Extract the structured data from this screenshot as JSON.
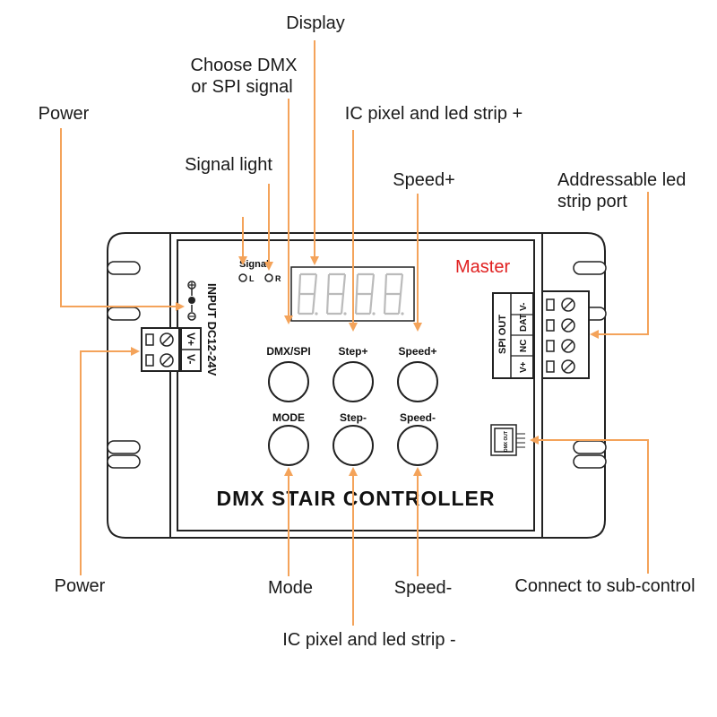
{
  "callouts": {
    "display": "Display",
    "choose_signal_line1": "Choose DMX",
    "choose_signal_line2": "or SPI signal",
    "power_top": "Power",
    "ic_plus": "IC pixel and led strip +",
    "signal_light": "Signal light",
    "speed_plus": "Speed+",
    "addressable_line1": "Addressable led",
    "addressable_line2": "strip port",
    "power_bottom": "Power",
    "mode": "Mode",
    "speed_minus": "Speed-",
    "sub_control": "Connect to sub-control",
    "ic_minus": "IC pixel and led strip -"
  },
  "panel": {
    "signal_label": "Signal",
    "signal_l": "L",
    "signal_r": "R",
    "master": "Master",
    "input_label": "INPUT  DC12-24V",
    "terminal_vplus": "V+",
    "terminal_vminus": "V-",
    "spi_out_label": "SPI OUT",
    "spi_pins": [
      "V+",
      "NC",
      "DAT",
      "V-"
    ],
    "dmx_out_label": "DMX OUT",
    "buttons": {
      "dmx_spi": "DMX/SPI",
      "step_plus": "Step+",
      "speed_plus": "Speed+",
      "mode": "MODE",
      "step_minus": "Step-",
      "speed_minus": "Speed-"
    },
    "title": "DMX STAIR CONTROLLER"
  },
  "colors": {
    "leader_line": "#f4a35a",
    "master_text": "#e02020",
    "outline": "#222222",
    "display_segments": "#bbbbbb"
  }
}
